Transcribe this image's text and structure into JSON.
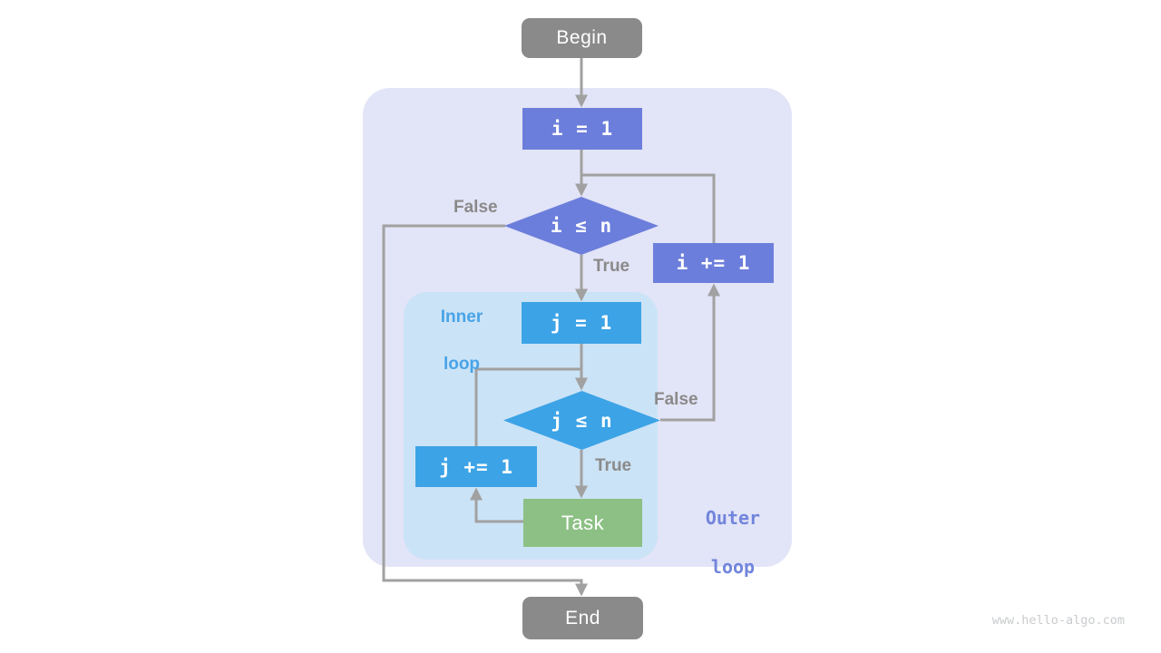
{
  "colors": {
    "c_node_gray": "#8A8A8A",
    "c_node_purple": "#6C7EDB",
    "c_node_blue": "#3CA3E6",
    "c_node_green": "#8CC084",
    "c_outer_bg": "#E2E4F7",
    "c_inner_bg": "#CBE3F6",
    "c_line": "#A1A1A1",
    "c_edge_label": "#8A8A8A",
    "c_inner_label": "#48A3E8",
    "c_outer_label": "#7285DC",
    "c_watermark": "#C9CBCD"
  },
  "nodes": {
    "begin": {
      "label": "Begin"
    },
    "init_i": {
      "label": "i = 1"
    },
    "cond_i": {
      "label": "i ≤ n"
    },
    "incr_i": {
      "label": "i += 1"
    },
    "init_j": {
      "label": "j = 1"
    },
    "cond_j": {
      "label": "j ≤ n"
    },
    "incr_j": {
      "label": "j += 1"
    },
    "task": {
      "label": "Task"
    },
    "end": {
      "label": "End"
    }
  },
  "edge_labels": {
    "outer_false": "False",
    "outer_true": "True",
    "inner_false": "False",
    "inner_true": "True"
  },
  "regions": {
    "inner": {
      "line1": "Inner",
      "line2": "loop"
    },
    "outer": {
      "line1": "Outer",
      "line2": "loop"
    }
  },
  "watermark": "www.hello-algo.com"
}
